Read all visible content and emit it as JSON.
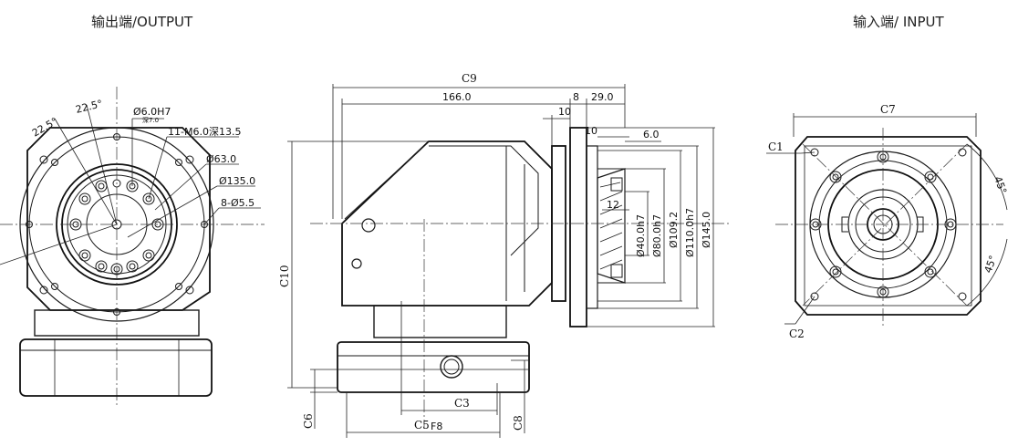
{
  "headers": {
    "output": "输出端/OUTPUT",
    "input": "输入端/ INPUT"
  },
  "output_view": {
    "angle_a": "22.5°",
    "angle_b": "22.5°",
    "hole_dia": "Ø6.0H7",
    "hole_depth": "深7.0",
    "thread": "11-M6.0深13.5",
    "d63": "Ø63.0",
    "d135": "Ø135.0",
    "holes": "8-Ø5.5"
  },
  "side_view": {
    "c9": "C9",
    "len166": "166.0",
    "d8": "8",
    "d29": "29.0",
    "d10a": "10",
    "d10b": "10",
    "d6": "6.0",
    "d12": "12",
    "d40": "Ø40.0h7",
    "d80": "Ø80.0h7",
    "d109": "Ø109.2",
    "d110": "Ø110.0h7",
    "d145": "Ø145.0",
    "c10": "C10",
    "c3": "C3",
    "c5": "C5",
    "f8": "F8",
    "c6": "C6",
    "c8": "C8"
  },
  "input_view": {
    "c7": "C7",
    "c1": "C1",
    "c2": "C2",
    "ang1": "45°",
    "ang2": "45°"
  }
}
